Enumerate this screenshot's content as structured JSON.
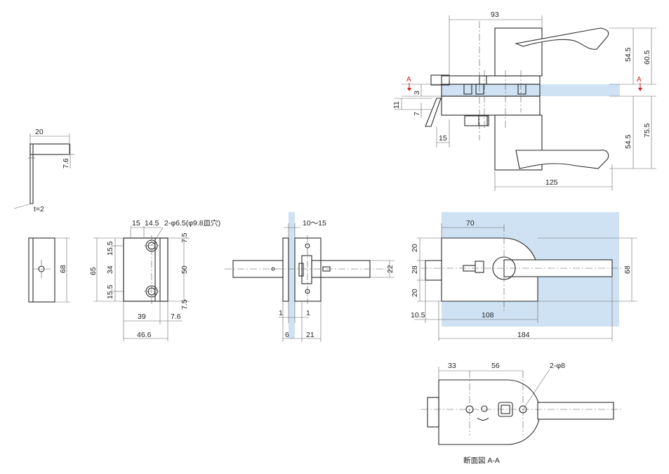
{
  "colors": {
    "glass": "#cfe2f3",
    "line": "#2a2a2a",
    "section_mark": "#cc2222"
  },
  "section_marker": "A",
  "top_view": {
    "d_93": "93",
    "d_54_5_a": "54.5",
    "d_60_5": "60.5",
    "d_3": "3",
    "d_11": "11",
    "d_7": "7",
    "d_15": "15",
    "d_54_5_b": "54.5",
    "d_75_5": "75.5",
    "d_125": "125"
  },
  "strike_plate": {
    "d_20": "20",
    "d_7_6": "7.6",
    "thickness": "t=2"
  },
  "strike_front": {
    "d_68": "68"
  },
  "side_view": {
    "d_15": "15",
    "d_14_5": "14.5",
    "holes_note": "2-φ6.5(φ9.8皿穴)",
    "d_7_5_a": "7.5",
    "d_15_5_a": "15.5",
    "d_65": "65",
    "d_34": "34",
    "d_50": "50",
    "d_15_5_b": "15.5",
    "d_7_5_b": "7.5",
    "d_39": "39",
    "d_7_6": "7.6",
    "d_46_6": "46.6"
  },
  "glass_section": {
    "d_10_15": "10～15",
    "d_22": "22",
    "d_1_a": "1",
    "d_1_b": "1",
    "d_6": "6",
    "d_21": "21"
  },
  "front_view": {
    "d_70": "70",
    "d_20_a": "20",
    "d_28": "28",
    "d_20_b": "20",
    "d_68": "68",
    "d_10_5": "10.5",
    "d_108": "108",
    "d_184": "184"
  },
  "section_view": {
    "d_33": "33",
    "d_56": "56",
    "holes_note": "2-φ8",
    "caption": "断面図 A-A"
  }
}
